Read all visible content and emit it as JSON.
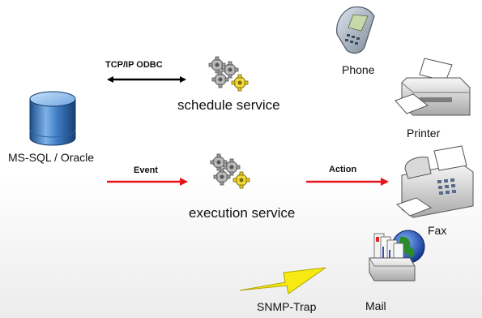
{
  "diagram": {
    "database": {
      "label": "MS-SQL / Oracle",
      "icon": "database-cylinder-icon"
    },
    "schedule_service": {
      "label": "schedule service",
      "icon": "gears-icon"
    },
    "execution_service": {
      "label": "execution service",
      "icon": "gears-icon"
    },
    "links": {
      "tcpip": {
        "label": "TCP/IP ODBC",
        "color": "#000000"
      },
      "event": {
        "label": "Event",
        "color": "#e8141a"
      },
      "action": {
        "label": "Action",
        "color": "#e8141a"
      },
      "snmp": {
        "label": "SNMP-Trap",
        "color": "#f0e800"
      }
    },
    "devices": {
      "phone": {
        "label": "Phone",
        "icon": "phone-icon"
      },
      "printer": {
        "label": "Printer",
        "icon": "printer-icon"
      },
      "fax": {
        "label": "Fax",
        "icon": "fax-icon"
      },
      "mail": {
        "label": "Mail",
        "icon": "mail-icon"
      }
    }
  }
}
